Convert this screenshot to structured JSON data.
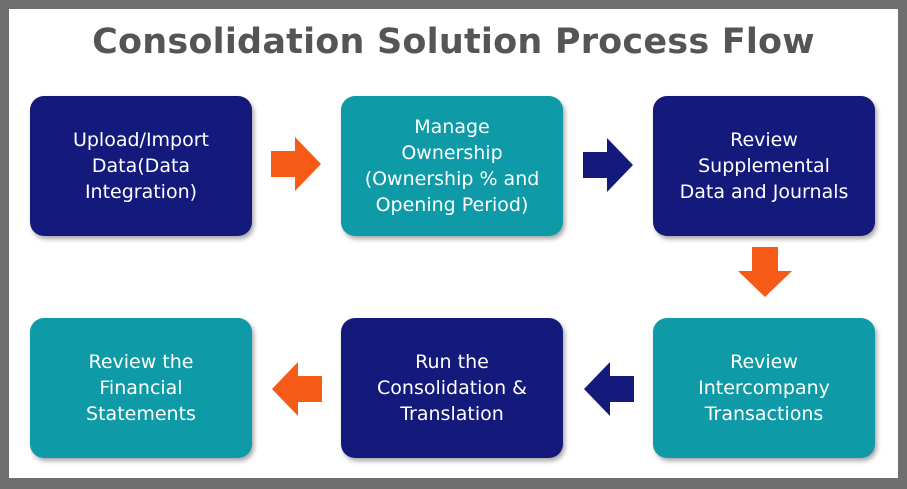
{
  "title": "Consolidation Solution Process Flow",
  "colors": {
    "navy": "#141a7c",
    "teal": "#0e9aa6",
    "orange": "#f55a16",
    "frame": "#6f6f6f",
    "title": "#555555"
  },
  "steps": [
    {
      "label": "Upload/Import\nData(Data\nIntegration)",
      "color": "navy"
    },
    {
      "label": "Manage\nOwnership\n(Ownership % and\nOpening Period)",
      "color": "teal"
    },
    {
      "label": "Review\nSupplemental\nData and Journals",
      "color": "navy"
    },
    {
      "label": "Review\nIntercompany\nTransactions",
      "color": "teal"
    },
    {
      "label": "Run the\nConsolidation &\nTranslation",
      "color": "navy"
    },
    {
      "label": "Review the\nFinancial\nStatements",
      "color": "teal"
    }
  ],
  "arrows": [
    {
      "direction": "right",
      "color": "orange"
    },
    {
      "direction": "right",
      "color": "navy"
    },
    {
      "direction": "down",
      "color": "orange"
    },
    {
      "direction": "left",
      "color": "navy"
    },
    {
      "direction": "left",
      "color": "orange"
    }
  ]
}
